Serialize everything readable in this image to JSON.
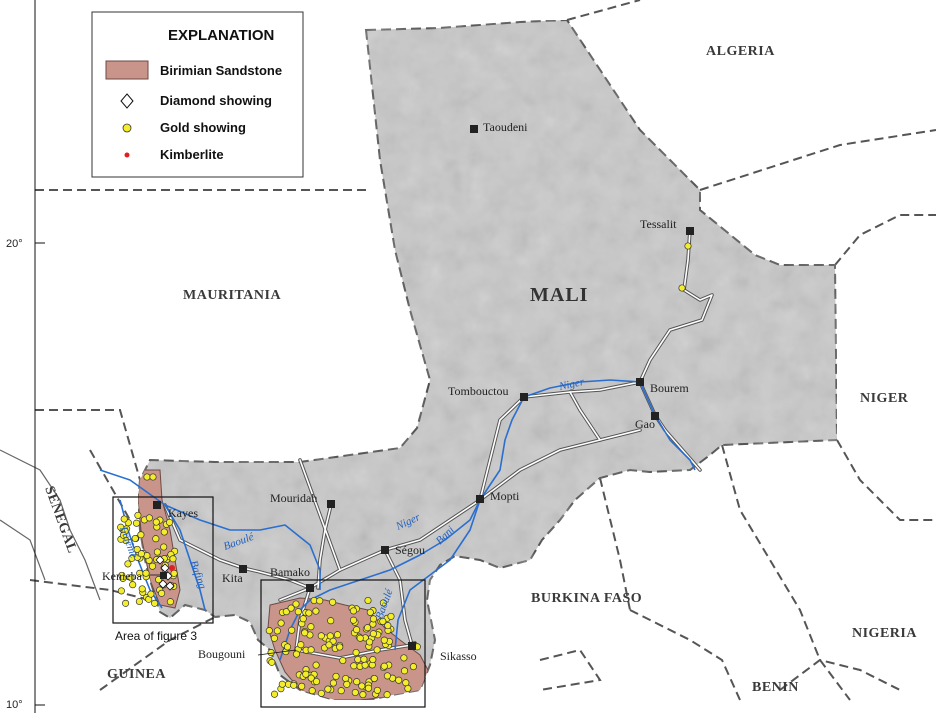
{
  "legend": {
    "title": "EXPLANATION",
    "items": [
      {
        "label": "Birimian Sandstone",
        "symbol": "swatch",
        "color": "#c9948a"
      },
      {
        "label": "Diamond showing",
        "symbol": "diamond",
        "color": "#ffffff"
      },
      {
        "label": "Gold showing",
        "symbol": "circle",
        "color": "#f4ee2a"
      },
      {
        "label": "Kimberlite",
        "symbol": "dot",
        "color": "#e02020"
      }
    ]
  },
  "countries": {
    "algeria": "ALGERIA",
    "mauritania": "MAURITANIA",
    "mali": "MALI",
    "niger": "NIGER",
    "senegal": "SENEGAL",
    "guinea": "GUINEA",
    "burkina_faso": "BURKINA FASO",
    "nigeria": "NIGERIA",
    "benin": "BENIN"
  },
  "cities": {
    "taoudeni": "Taoudeni",
    "tessalit": "Tessalit",
    "tombouctou": "Tombouctou",
    "bourem": "Bourem",
    "gao": "Gao",
    "mopti": "Mopti",
    "segou": "Ségou",
    "mouridah": "Mouridah",
    "kayes": "Kayes",
    "kenieba": "Kenieba",
    "kita": "Kita",
    "bamako": "Bamako",
    "bougouni": "Bougouni",
    "sikasso": "Sikasso"
  },
  "rivers": {
    "niger_north": "Niger",
    "niger_south": "Niger",
    "bani": "Bani",
    "baoule": "Baoulé",
    "faleme": "Falémé",
    "bafing": "Bafing",
    "baoule_south": "Baoulé"
  },
  "latitudes": {
    "lat20": "20°",
    "lat10": "10°"
  },
  "inset": {
    "label": "Area of figure 3"
  },
  "colors": {
    "mali_fill": "#c9c9c9",
    "birimian": "#c9948a",
    "gold": "#f4ee2a",
    "river": "#2a6fd0",
    "road": "#ffffff",
    "kimberlite": "#e02020"
  }
}
